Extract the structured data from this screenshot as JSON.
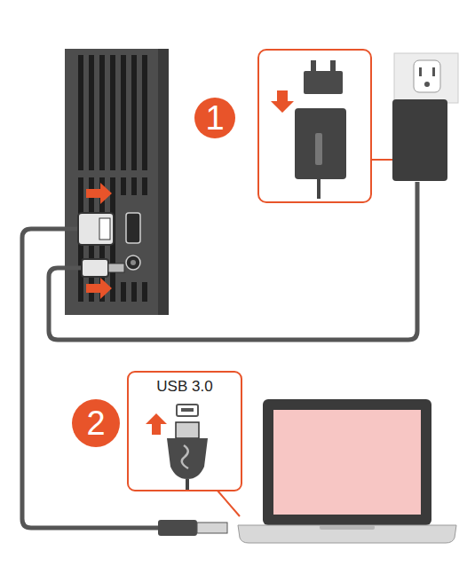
{
  "diagram": {
    "nodes": [
      {
        "text": [
          "1"
        ]
      },
      {
        "text": [
          "2"
        ]
      },
      {
        "text": [
          "USB 3.0"
        ]
      }
    ]
  }
}
